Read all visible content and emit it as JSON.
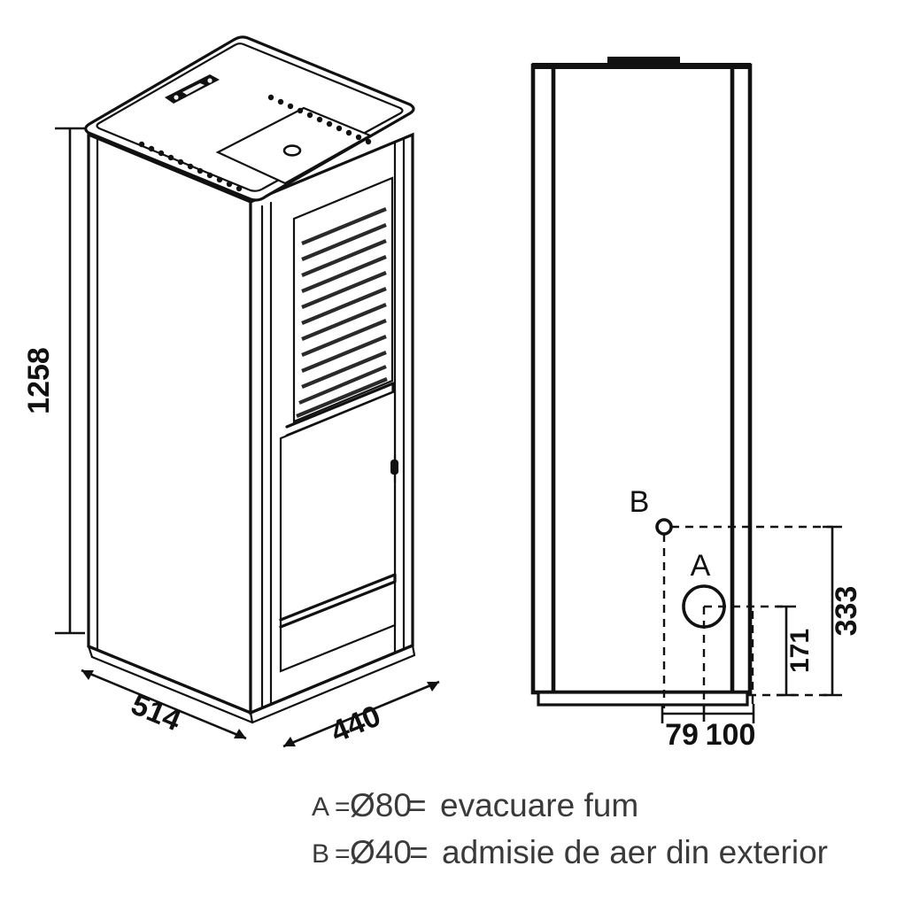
{
  "document": {
    "type": "technical-dimension-drawing",
    "subject": "pellet stove",
    "background_color": "#ffffff",
    "line_color": "#111111"
  },
  "views": {
    "isometric": {
      "name": "isometric-view",
      "features": [
        "control-panel",
        "pellet-hopper-lid",
        "hopper-lid-handle",
        "top-vent-holes",
        "front-louver-grille",
        "front-door",
        "door-handle",
        "base-plinth"
      ]
    },
    "side": {
      "name": "side-view",
      "features": [
        "outlet-a",
        "inlet-b",
        "base-plinth",
        "top-hopper-lid"
      ]
    }
  },
  "dimensions": {
    "height": {
      "label": "1258",
      "unit": "mm",
      "orientation": "vertical",
      "view": "isometric"
    },
    "depth": {
      "label": "514",
      "unit": "mm",
      "orientation": "iso-left",
      "view": "isometric"
    },
    "width": {
      "label": "440",
      "unit": "mm",
      "orientation": "iso-right",
      "view": "isometric"
    },
    "outlet_height": {
      "label": "333",
      "unit": "mm",
      "orientation": "vertical",
      "view": "side"
    },
    "inlet_height": {
      "label": "171",
      "unit": "mm",
      "orientation": "vertical",
      "view": "side"
    },
    "offset_79": {
      "label": "79",
      "unit": "mm",
      "orientation": "horizontal",
      "view": "side"
    },
    "offset_100": {
      "label": "100",
      "unit": "mm",
      "orientation": "horizontal",
      "view": "side"
    }
  },
  "callouts": {
    "a": {
      "label": "A",
      "shape": "circle",
      "role": "flue-outlet"
    },
    "b": {
      "label": "B",
      "shape": "circle",
      "role": "air-inlet"
    }
  },
  "legend": {
    "rows": [
      {
        "code": "A",
        "equals_1": "=",
        "diameter": "Ø80",
        "equals_2": "=",
        "description": "evacuare fum"
      },
      {
        "code": "B",
        "equals_1": "=",
        "diameter": "Ø40",
        "equals_2": "=",
        "description": "admisie de aer din exterior"
      }
    ],
    "line_a_full": "A = Ø80= evacuare fum",
    "line_b_full": "B = Ø40= admisie de aer din exterior"
  }
}
